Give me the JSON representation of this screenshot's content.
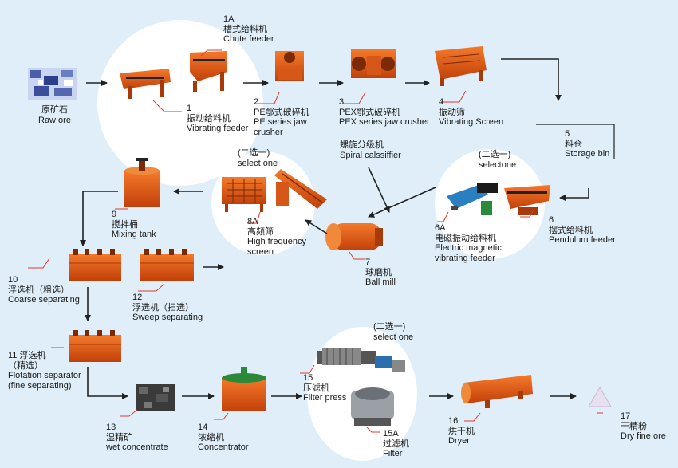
{
  "stages": {
    "raw_ore": {
      "zh": "原矿石",
      "en": "Raw ore"
    },
    "chute_feeder": {
      "num": "1A",
      "zh": "槽式给料机",
      "en": "Chute feeder"
    },
    "vibrating_feeder": {
      "num": "1",
      "zh": "振动给料机",
      "en": "Vibrating feeder"
    },
    "pe_crusher": {
      "num": "2",
      "zh": "PE鄂式破碎机",
      "en1": "PE series jaw",
      "en2": "crusher"
    },
    "pex_crusher": {
      "num": "3",
      "zh": "PEX鄂式破碎机",
      "en": "PEX series jaw crusher"
    },
    "vibrating_screen": {
      "num": "4",
      "zh": "振动筛",
      "en": "Vibrating Screen"
    },
    "storage_bin": {
      "num": "5",
      "zh": "料仓",
      "en": "Storage bin"
    },
    "pendulum_feeder": {
      "num": "6",
      "zh": "摆式给料机",
      "en": "Pendulum feeder"
    },
    "em_feeder": {
      "num": "6A",
      "zh": "电磁振动给料机",
      "en1": "Electric magnetic",
      "en2": "vibrating feeder"
    },
    "select_feeder": {
      "zh": "(二选一)",
      "en": "selectone"
    },
    "spiral_classifier": {
      "zh": "螺旋分级机",
      "en": "Spiral calssiffier"
    },
    "select_screen": {
      "zh": "(二选一)",
      "en": "select one"
    },
    "ball_mill": {
      "num": "7",
      "zh": "球磨机",
      "en": "Ball mill"
    },
    "hf_screen": {
      "num": "8A",
      "zh": "高频筛",
      "en1": "High frequency",
      "en2": "screen"
    },
    "mixing_tank": {
      "num": "9",
      "zh": "搅拌桶",
      "en": "Mixing tank"
    },
    "coarse_sep": {
      "num": "10",
      "zh": "浮选机（粗选）",
      "en": "Coarse separating"
    },
    "sweep_sep": {
      "num": "12",
      "zh": "浮选机（扫选）",
      "en": "Sweep separating"
    },
    "flotation_sep": {
      "line1": "11 浮选机",
      "line2": "（精选）",
      "line3": "Flotation separator",
      "line4": "(fine separating)"
    },
    "wet_conc": {
      "num": "13",
      "zh": "湿精矿",
      "en": "wet concentrate"
    },
    "concentrator": {
      "num": "14",
      "zh": "浓缩机",
      "en": "Concentrator"
    },
    "select_filter": {
      "zh": "(二选一)",
      "en": "select one"
    },
    "filter_press": {
      "num": "15",
      "zh": "压滤机",
      "en": "Filter press"
    },
    "filter": {
      "num": "15A",
      "zh": "过滤机",
      "en": "Filter"
    },
    "dryer": {
      "num": "16",
      "zh": "烘干机",
      "en": "Dryer"
    },
    "dry_fine_ore": {
      "num": "17",
      "zh": "干精粉",
      "en": "Dry fine ore"
    }
  },
  "colors": {
    "background": "#dfeef8",
    "machine": "#e8560f",
    "leader": "#e23a2a",
    "arrow": "#222222",
    "ore": "#4a5fa8"
  }
}
